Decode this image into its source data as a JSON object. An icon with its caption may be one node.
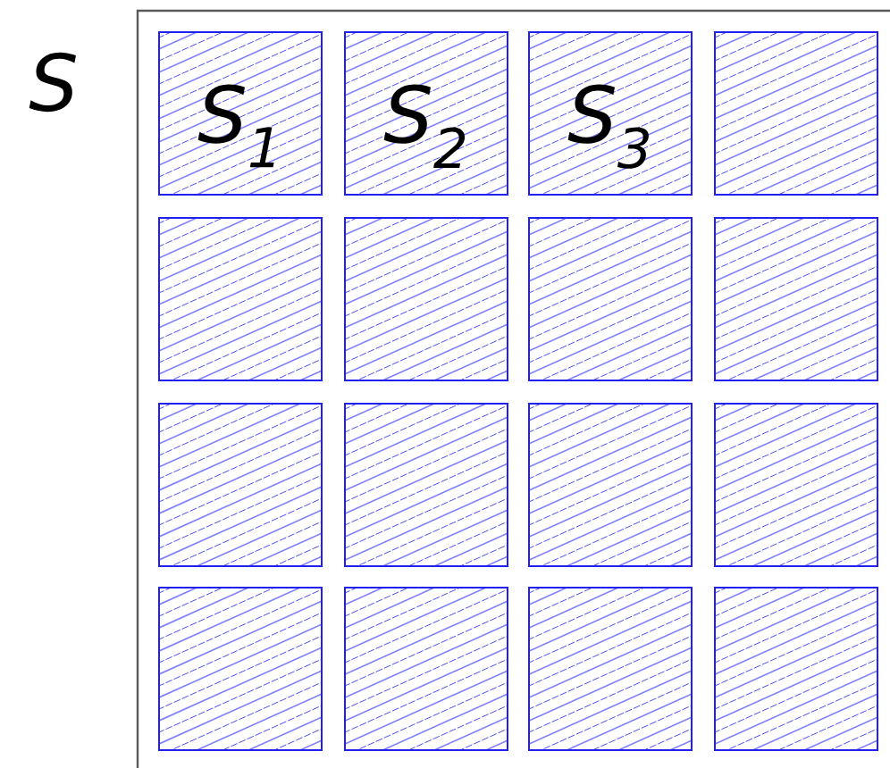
{
  "diagram": {
    "nodes": [
      {
        "text": [
          "S"
        ]
      },
      {
        "text": [
          "S$_{1}$"
        ],
        "in": 0
      },
      {
        "text": [
          "S$_{2}$"
        ],
        "in": 0
      },
      {
        "text": [
          "S$_{3}$"
        ],
        "in": 0
      },
      {
        "text": [],
        "shape": "box",
        "in": 0
      },
      {
        "text": [],
        "shape": "box",
        "in": 0
      },
      {
        "text": [],
        "shape": "box",
        "in": 0
      },
      {
        "text": [],
        "shape": "box",
        "in": 0
      },
      {
        "text": [],
        "shape": "box",
        "in": 0
      },
      {
        "text": [],
        "shape": "box",
        "in": 0
      },
      {
        "text": [],
        "shape": "box",
        "in": 0
      },
      {
        "text": [],
        "shape": "box",
        "in": 0
      },
      {
        "text": [],
        "shape": "box",
        "in": 0
      },
      {
        "text": [],
        "shape": "box",
        "in": 0
      },
      {
        "text": [],
        "shape": "box",
        "in": 0
      },
      {
        "text": [],
        "shape": "box",
        "in": 0
      },
      {
        "text": [],
        "shape": "box",
        "in": 0
      }
    ]
  }
}
